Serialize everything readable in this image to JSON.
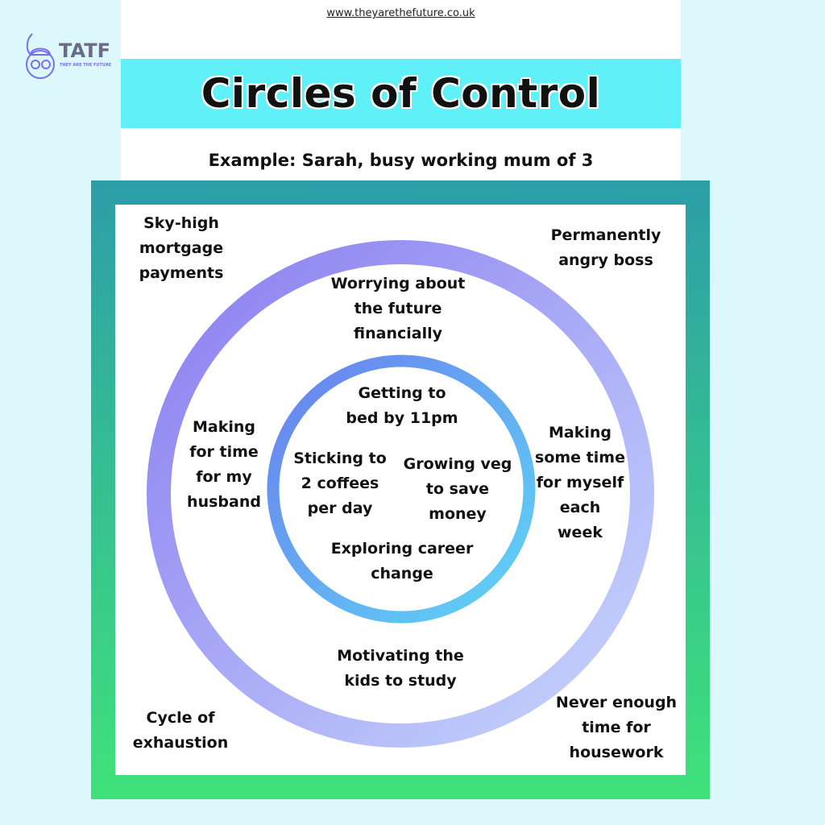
{
  "website": "www.theyarethefuture.co.uk",
  "logo": {
    "text": "TATF",
    "tagline": "THEY ARE THE FUTURE"
  },
  "title": "Circles of Control",
  "subtitle": "Example: Sarah, busy working mum of 3",
  "colors": {
    "background": "#dcf8fd",
    "title_band": "#5ff0f8",
    "frame_top": "#2c9ea8",
    "frame_bottom": "#3fe27a",
    "outer_ring_start": "#8a7ef0",
    "outer_ring_end": "#c8d6fc",
    "inner_ring_start": "#6a7fee",
    "inner_ring_end": "#5ed6f6"
  },
  "outside": [
    "Sky-high\nmortgage\npayments",
    "Permanently\nangry boss",
    "Cycle of\nexhaustion",
    "Never enough\ntime for\nhousework"
  ],
  "influence": [
    "Worrying about\nthe future\nfinancially",
    "Making\nfor time\nfor my\nhusband",
    "Making\nsome time\nfor myself\neach\nweek",
    "Motivating the\nkids to study"
  ],
  "control": [
    "Getting to\nbed by 11pm",
    "Sticking to\n2 coffees\nper day",
    "Growing veg\nto save\nmoney",
    "Exploring career\nchange"
  ]
}
